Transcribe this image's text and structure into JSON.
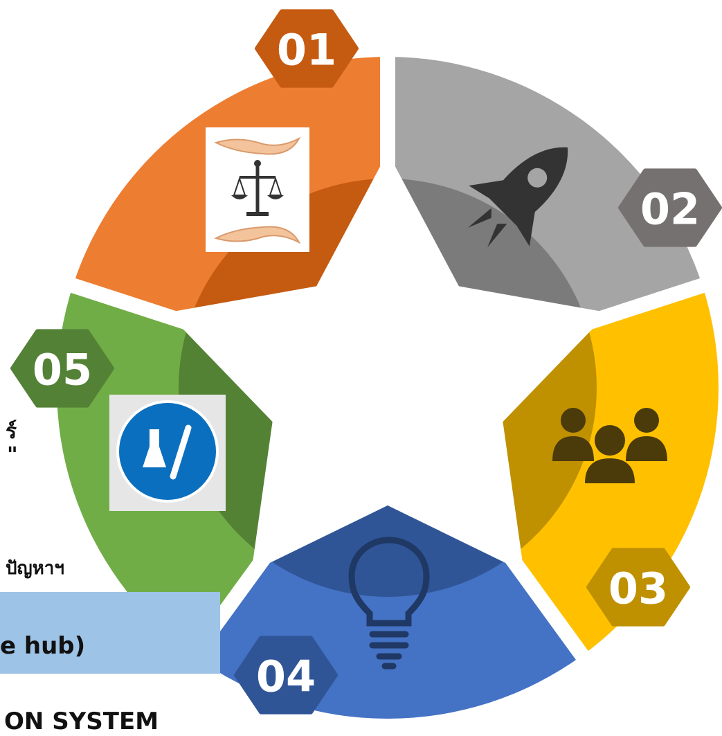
{
  "segments": [
    {
      "number": "01",
      "color": "#ed7d31",
      "inner_color": "#c55a11",
      "hex_color": "#c55a11",
      "icon": "justice-hands-icon"
    },
    {
      "number": "02",
      "color": "#a5a5a5",
      "inner_color": "#7b7b7b",
      "hex_color": "#767171",
      "icon": "rocket-icon"
    },
    {
      "number": "03",
      "color": "#ffc000",
      "inner_color": "#bf9000",
      "hex_color": "#bf9000",
      "icon": "people-group-icon"
    },
    {
      "number": "04",
      "color": "#4472c4",
      "inner_color": "#2f5597",
      "hex_color": "#2f5597",
      "icon": "lightbulb-icon"
    },
    {
      "number": "05",
      "color": "#70ad47",
      "inner_color": "#548235",
      "hex_color": "#538135",
      "icon": "science-flask-icon"
    }
  ],
  "left_text": {
    "fragment_1": "ร์",
    "fragment_2": "\"",
    "fragment_3": "ปัญหาฯ",
    "highlight_text": "e hub)",
    "bottom_text": "ON SYSTEM"
  }
}
